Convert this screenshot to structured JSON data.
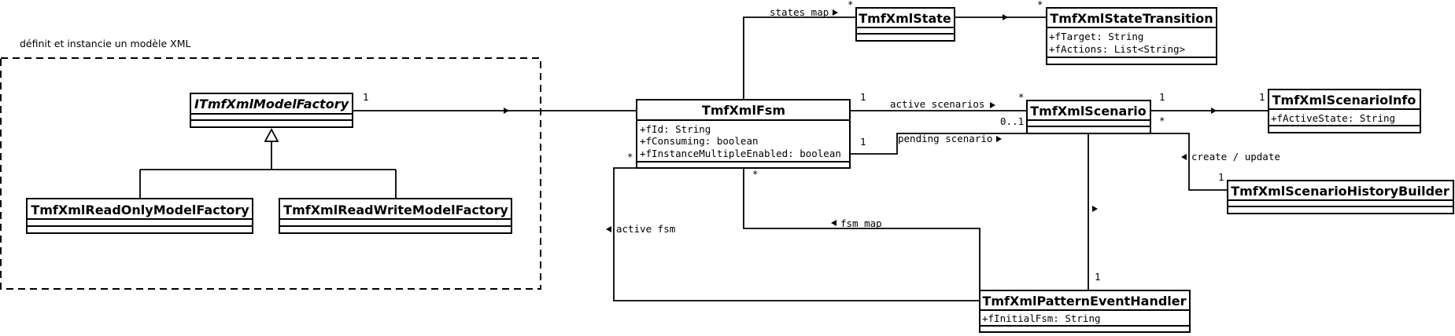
{
  "package": {
    "label": "définit et instancie un modèle XML"
  },
  "classes": {
    "modelFactory": {
      "name": "ITmfXmlModelFactory"
    },
    "readOnlyFactory": {
      "name": "TmfXmlReadOnlyModelFactory"
    },
    "readWriteFactory": {
      "name": "TmfXmlReadWriteModelFactory"
    },
    "fsm": {
      "name": "TmfXmlFsm",
      "attributes": [
        "+fId: String",
        "+fConsuming: boolean",
        "+fInstanceMultipleEnabled: boolean"
      ]
    },
    "state": {
      "name": "TmfXmlState"
    },
    "stateTransition": {
      "name": "TmfXmlStateTransition",
      "attributes": [
        "+fTarget: String",
        "+fActions: List<String>"
      ]
    },
    "scenario": {
      "name": "TmfXmlScenario"
    },
    "scenarioInfo": {
      "name": "TmfXmlScenarioInfo",
      "attributes": [
        "+fActiveState: String"
      ]
    },
    "historyBuilder": {
      "name": "TmfXmlScenarioHistoryBuilder"
    },
    "eventHandler": {
      "name": "TmfXmlPatternEventHandler",
      "attributes": [
        "+fInitialFsm: String"
      ]
    }
  },
  "edges": {
    "factoryToFsm": {
      "mult_src": "1"
    },
    "statesMap": {
      "label": "states map",
      "mult_dst": "*"
    },
    "stateTransition": {
      "mult_dst": "*"
    },
    "activeScenarios": {
      "label": "active scenarios",
      "mult_src": "1",
      "mult_dst": "*"
    },
    "pendingScenario": {
      "label": "pending scenario",
      "mult_src": "1",
      "mult_dst": "0..1"
    },
    "scenarioInfo": {
      "mult_src": "1",
      "mult_dst": "1"
    },
    "createUpdate": {
      "label": "create / update",
      "mult_src": "*",
      "mult_dst": "1"
    },
    "activeFsm": {
      "label": "active fsm",
      "mult_src": "*"
    },
    "fsmMap": {
      "label": "fsm map",
      "mult_src": "*"
    },
    "handlerScenario": {
      "mult_src": "1"
    }
  }
}
